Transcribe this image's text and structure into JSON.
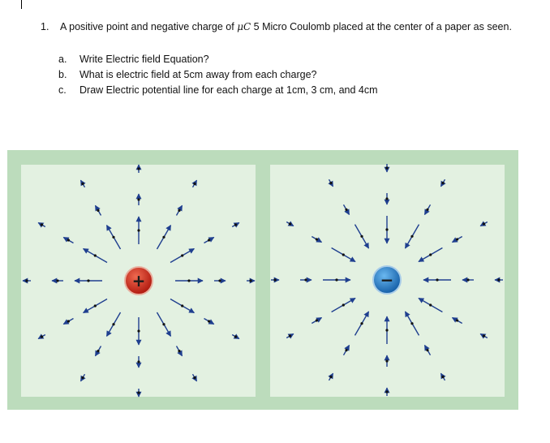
{
  "question": {
    "number": "1.",
    "text_before": "A positive point and negative charge of ",
    "variable": "μC",
    "text_after": " 5 Micro Coulomb placed at the center of a paper as seen.",
    "sub_items": [
      {
        "letter": "a.",
        "text": "Write Electric field Equation?"
      },
      {
        "letter": "b.",
        "text": "What is electric field at 5cm away from each charge?"
      },
      {
        "letter": "c.",
        "text": "Draw Electric potential line for each charge at 1cm, 3 cm, and 4cm"
      }
    ]
  },
  "figure": {
    "positive_symbol": "+",
    "negative_symbol": "−",
    "colors": {
      "frame": "#bcdcbc",
      "panel": "#e3f1e1",
      "arrow": "#1f3f8f",
      "positive_charge": "#c8261c",
      "negative_charge": "#1f78c8"
    }
  }
}
